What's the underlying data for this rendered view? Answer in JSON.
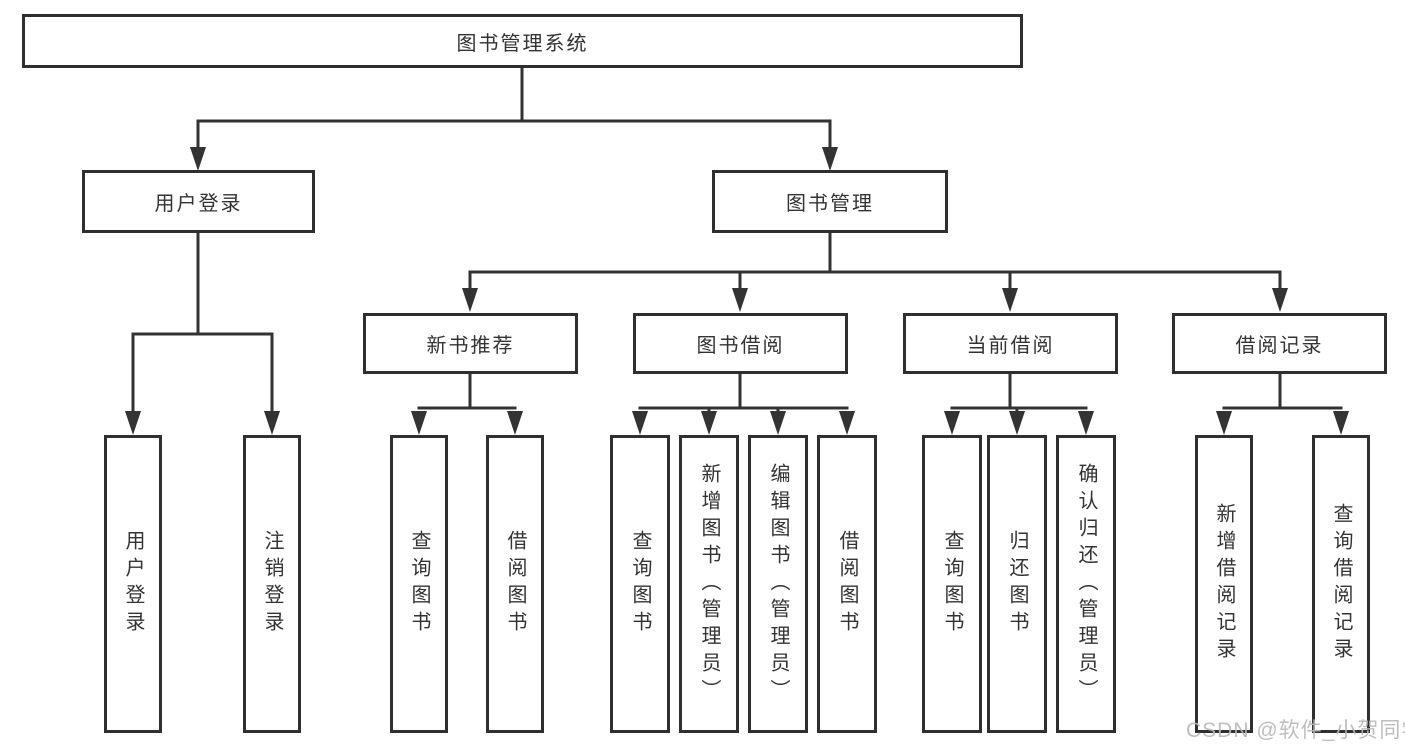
{
  "tree": {
    "label": "图书管理系统",
    "children": [
      {
        "label": "用户登录",
        "children": [
          {
            "label": "用户登录"
          },
          {
            "label": "注销登录"
          }
        ]
      },
      {
        "label": "图书管理",
        "children": [
          {
            "label": "新书推荐",
            "children": [
              {
                "label": "查询图书"
              },
              {
                "label": "借阅图书"
              }
            ]
          },
          {
            "label": "图书借阅",
            "children": [
              {
                "label": "查询图书"
              },
              {
                "label": "新增图书（管理员）"
              },
              {
                "label": "编辑图书（管理员）"
              },
              {
                "label": "借阅图书"
              }
            ]
          },
          {
            "label": "当前借阅",
            "children": [
              {
                "label": "查询图书"
              },
              {
                "label": "归还图书"
              },
              {
                "label": "确认归还（管理员）"
              }
            ]
          },
          {
            "label": "借阅记录",
            "children": [
              {
                "label": "新增借阅记录"
              },
              {
                "label": "查询借阅记录"
              }
            ]
          }
        ]
      }
    ]
  },
  "watermark": {
    "text": "CSDN @软件_小贺同学"
  },
  "colors": {
    "line": "#333333",
    "box_border": "#2f2f2f",
    "box_fill": "#ffffff",
    "text": "#333333",
    "watermark": "#b9b9b9",
    "background": "#ffffff"
  }
}
